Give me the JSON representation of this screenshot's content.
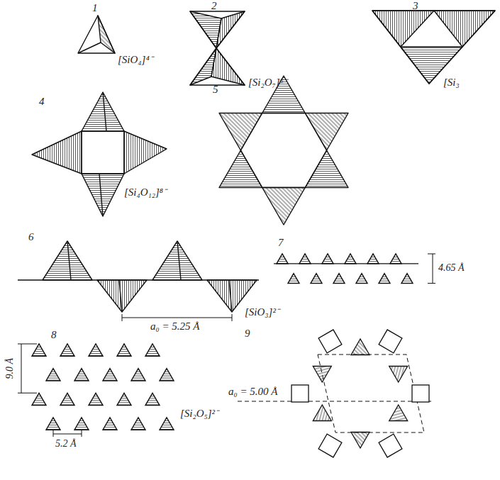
{
  "diagram": {
    "labels": [
      "1",
      "[SiO₄]⁴⁻",
      "2",
      "[Si₂O₇]⁶⁻",
      "3",
      "[Si₃",
      "4",
      "[Si₄O₁₂]⁸⁻",
      "5",
      "6",
      "a₀ = 5.25 Å",
      "[SiO₃]²⁻",
      "7",
      "4.65 Å",
      "8",
      "9.0 Å",
      "5.2 Å",
      "[Si₂O₅]²⁻",
      "9",
      "a₀ = 5.00 Å"
    ]
  }
}
